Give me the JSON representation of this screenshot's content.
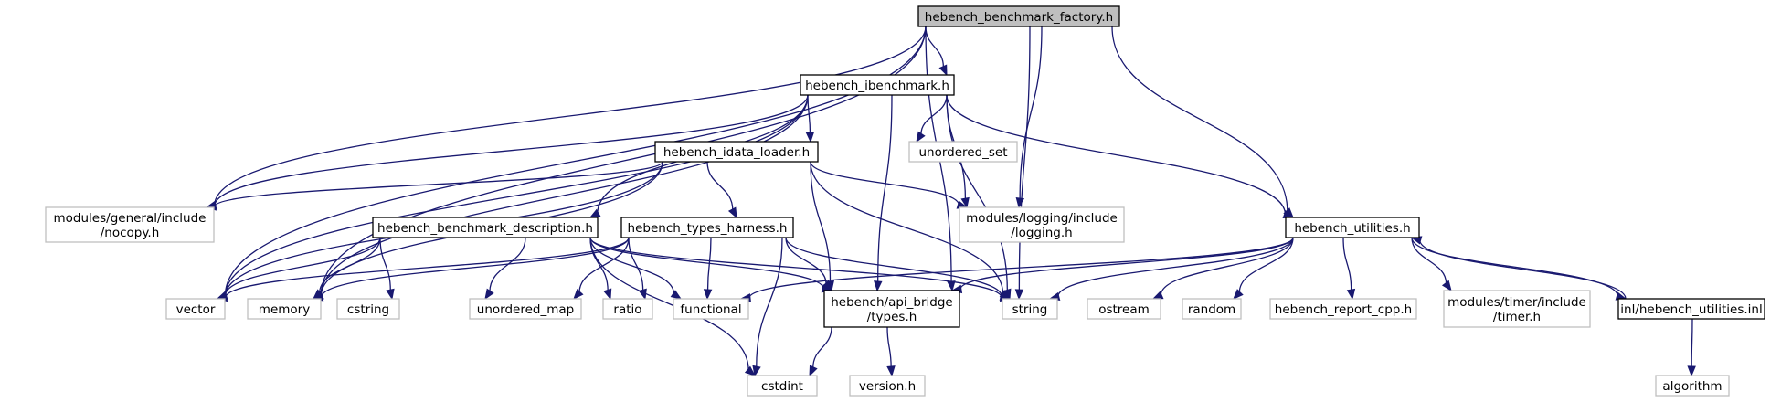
{
  "nodes": [
    {
      "id": "factory",
      "lines": [
        "hebench_benchmark_factory.h"
      ],
      "kind": "root"
    },
    {
      "id": "ibenchmark",
      "lines": [
        "hebench_ibenchmark.h"
      ],
      "kind": "file"
    },
    {
      "id": "unordered_set",
      "lines": [
        "unordered_set"
      ],
      "kind": "external"
    },
    {
      "id": "idata_loader",
      "lines": [
        "hebench_idata_loader.h"
      ],
      "kind": "file"
    },
    {
      "id": "nocopy",
      "lines": [
        "modules/general/include",
        "/nocopy.h"
      ],
      "kind": "external"
    },
    {
      "id": "logging",
      "lines": [
        "modules/logging/include",
        "/logging.h"
      ],
      "kind": "external"
    },
    {
      "id": "utilities",
      "lines": [
        "hebench_utilities.h"
      ],
      "kind": "file"
    },
    {
      "id": "bench_desc",
      "lines": [
        "hebench_benchmark_description.h"
      ],
      "kind": "file"
    },
    {
      "id": "types_harness",
      "lines": [
        "hebench_types_harness.h"
      ],
      "kind": "file"
    },
    {
      "id": "vector",
      "lines": [
        "vector"
      ],
      "kind": "external"
    },
    {
      "id": "memory",
      "lines": [
        "memory"
      ],
      "kind": "external"
    },
    {
      "id": "cstring",
      "lines": [
        "cstring"
      ],
      "kind": "external"
    },
    {
      "id": "unordered_map",
      "lines": [
        "unordered_map"
      ],
      "kind": "external"
    },
    {
      "id": "ratio",
      "lines": [
        "ratio"
      ],
      "kind": "external"
    },
    {
      "id": "functional",
      "lines": [
        "functional"
      ],
      "kind": "external"
    },
    {
      "id": "api_bridge",
      "lines": [
        "hebench/api_bridge",
        "/types.h"
      ],
      "kind": "file"
    },
    {
      "id": "string",
      "lines": [
        "string"
      ],
      "kind": "external"
    },
    {
      "id": "ostream",
      "lines": [
        "ostream"
      ],
      "kind": "external"
    },
    {
      "id": "random",
      "lines": [
        "random"
      ],
      "kind": "external"
    },
    {
      "id": "report_cpp",
      "lines": [
        "hebench_report_cpp.h"
      ],
      "kind": "external"
    },
    {
      "id": "timer",
      "lines": [
        "modules/timer/include",
        "/timer.h"
      ],
      "kind": "external"
    },
    {
      "id": "utilities_inl",
      "lines": [
        "inl/hebench_utilities.inl"
      ],
      "kind": "file"
    },
    {
      "id": "cstdint",
      "lines": [
        "cstdint"
      ],
      "kind": "external"
    },
    {
      "id": "version",
      "lines": [
        "version.h"
      ],
      "kind": "external"
    },
    {
      "id": "algorithm",
      "lines": [
        "algorithm"
      ],
      "kind": "external"
    }
  ],
  "edges": [
    [
      "factory",
      "ibenchmark"
    ],
    [
      "factory",
      "vector"
    ],
    [
      "factory",
      "memory"
    ],
    [
      "factory",
      "nocopy"
    ],
    [
      "factory",
      "logging"
    ],
    [
      "factory",
      "api_bridge"
    ],
    [
      "factory",
      "string"
    ],
    [
      "factory",
      "utilities"
    ],
    [
      "ibenchmark",
      "unordered_set"
    ],
    [
      "ibenchmark",
      "idata_loader"
    ],
    [
      "ibenchmark",
      "bench_desc"
    ],
    [
      "ibenchmark",
      "nocopy"
    ],
    [
      "ibenchmark",
      "logging"
    ],
    [
      "ibenchmark",
      "utilities"
    ],
    [
      "ibenchmark",
      "vector"
    ],
    [
      "ibenchmark",
      "memory"
    ],
    [
      "ibenchmark",
      "api_bridge"
    ],
    [
      "ibenchmark",
      "string"
    ],
    [
      "idata_loader",
      "types_harness"
    ],
    [
      "idata_loader",
      "nocopy"
    ],
    [
      "idata_loader",
      "logging"
    ],
    [
      "idata_loader",
      "vector"
    ],
    [
      "idata_loader",
      "memory"
    ],
    [
      "idata_loader",
      "api_bridge"
    ],
    [
      "idata_loader",
      "string"
    ],
    [
      "bench_desc",
      "vector"
    ],
    [
      "bench_desc",
      "memory"
    ],
    [
      "bench_desc",
      "cstring"
    ],
    [
      "bench_desc",
      "unordered_map"
    ],
    [
      "bench_desc",
      "ratio"
    ],
    [
      "bench_desc",
      "functional"
    ],
    [
      "bench_desc",
      "api_bridge"
    ],
    [
      "bench_desc",
      "string"
    ],
    [
      "bench_desc",
      "cstdint"
    ],
    [
      "types_harness",
      "vector"
    ],
    [
      "types_harness",
      "memory"
    ],
    [
      "types_harness",
      "unordered_map"
    ],
    [
      "types_harness",
      "ratio"
    ],
    [
      "types_harness",
      "functional"
    ],
    [
      "types_harness",
      "api_bridge"
    ],
    [
      "types_harness",
      "string"
    ],
    [
      "types_harness",
      "cstdint"
    ],
    [
      "api_bridge",
      "cstdint"
    ],
    [
      "api_bridge",
      "version"
    ],
    [
      "utilities",
      "functional"
    ],
    [
      "utilities",
      "api_bridge"
    ],
    [
      "utilities",
      "string"
    ],
    [
      "utilities",
      "ostream"
    ],
    [
      "utilities",
      "random"
    ],
    [
      "utilities",
      "report_cpp"
    ],
    [
      "utilities",
      "timer"
    ],
    [
      "utilities",
      "utilities_inl"
    ],
    [
      "utilities_inl",
      "utilities"
    ],
    [
      "utilities_inl",
      "algorithm"
    ]
  ],
  "colors": {
    "edge": "#191970",
    "root_fill": "#bfbfbf",
    "root_border": "#000000",
    "file_border": "#000000",
    "external_border": "#bfbfbf",
    "external_text": "#000000",
    "background": "#ffffff"
  }
}
